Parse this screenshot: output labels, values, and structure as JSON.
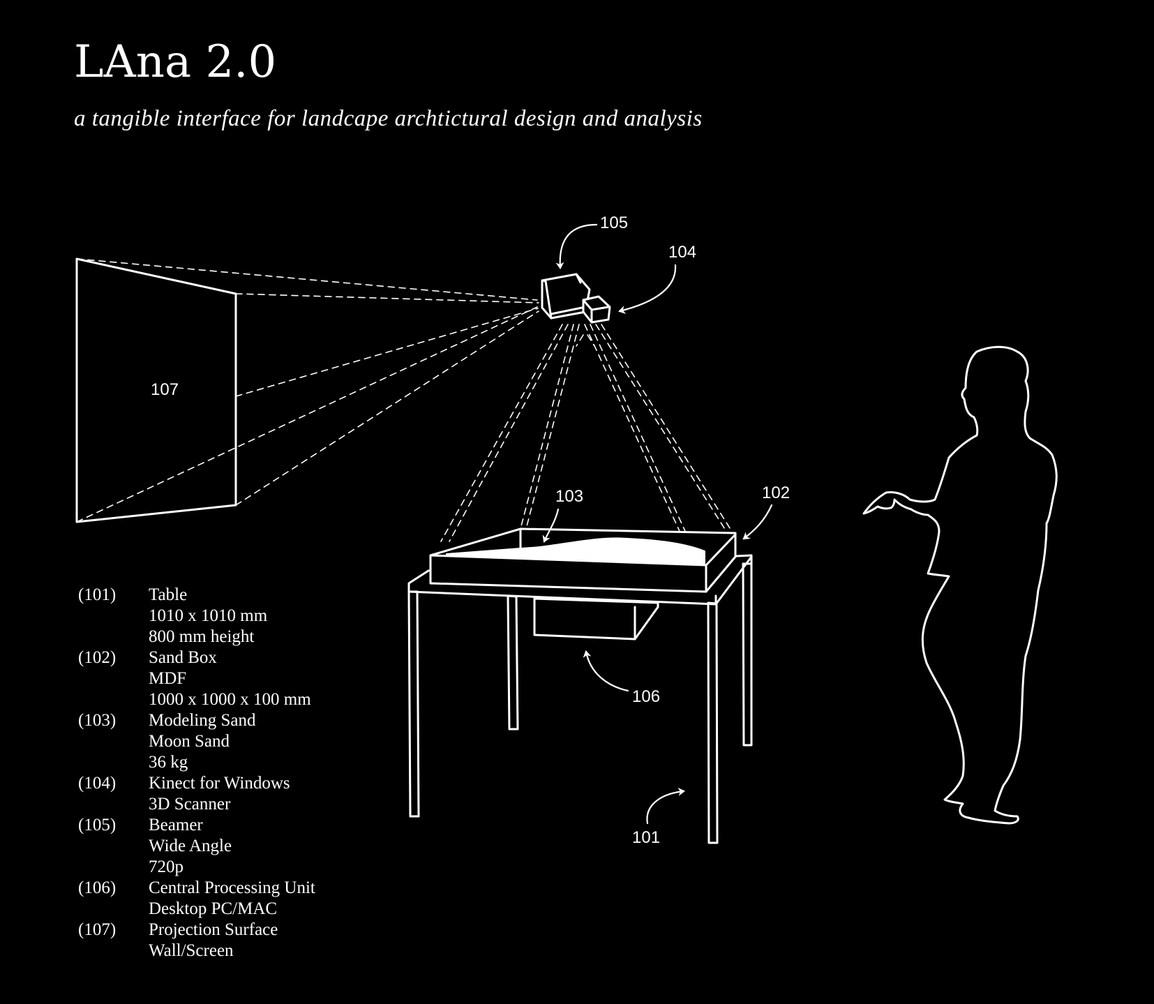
{
  "header": {
    "title": "LAna 2.0",
    "subtitle": "a tangible interface for landcape archtictural design and analysis"
  },
  "callouts": {
    "c101": "101",
    "c102": "102",
    "c103": "103",
    "c104": "104",
    "c105": "105",
    "c106": "106",
    "c107": "107"
  },
  "legend": [
    {
      "num": "(101)",
      "lines": [
        "Table",
        "1010 x 1010 mm",
        "800 mm height"
      ]
    },
    {
      "num": "(102)",
      "lines": [
        "Sand Box",
        "MDF",
        "1000 x 1000 x 100 mm"
      ]
    },
    {
      "num": "(103)",
      "lines": [
        "Modeling Sand",
        "Moon Sand",
        "36 kg"
      ]
    },
    {
      "num": "(104)",
      "lines": [
        "Kinect for Windows",
        "3D Scanner"
      ]
    },
    {
      "num": "(105)",
      "lines": [
        "Beamer",
        "Wide Angle",
        "720p"
      ]
    },
    {
      "num": "(106)",
      "lines": [
        "Central Processing Unit",
        "Desktop PC/MAC"
      ]
    },
    {
      "num": "(107)",
      "lines": [
        "Projection Surface",
        "Wall/Screen"
      ]
    }
  ],
  "colors": {
    "background": "#000000",
    "line": "#ffffff"
  }
}
